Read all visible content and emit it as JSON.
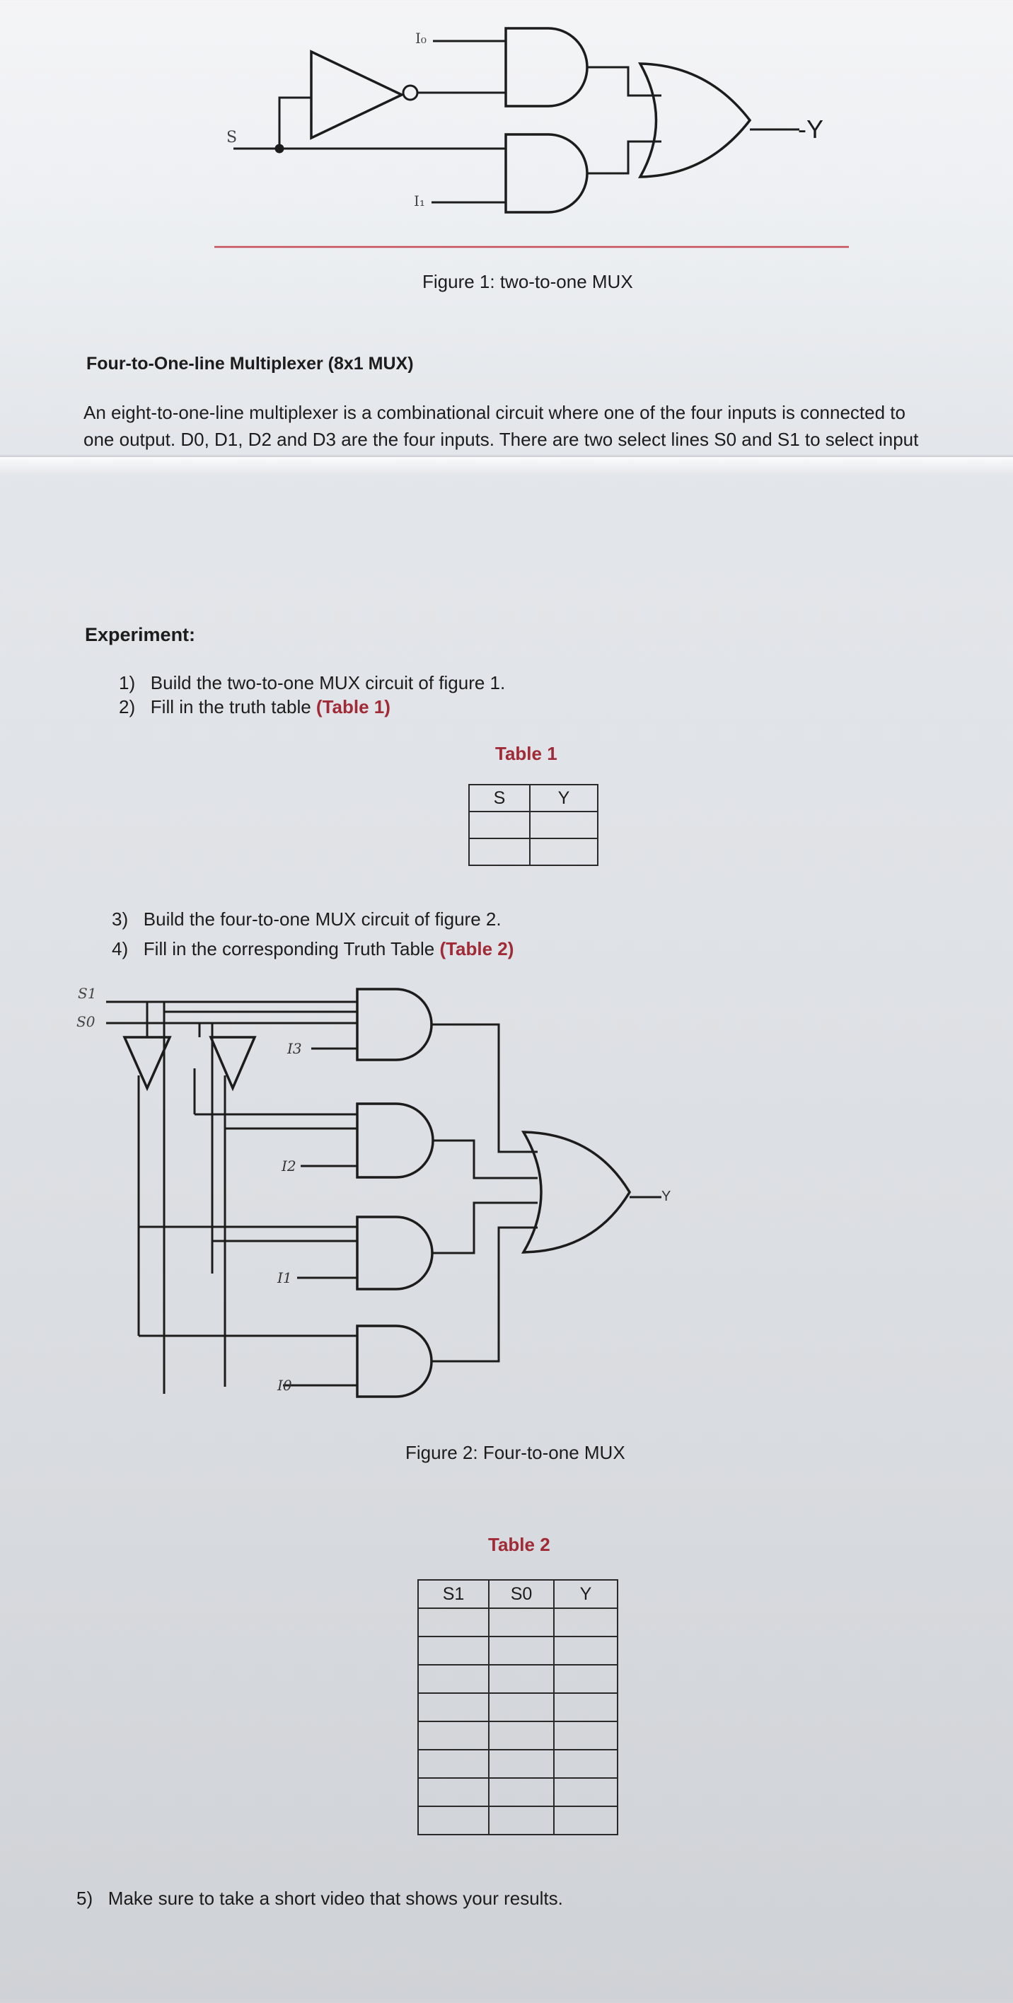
{
  "figure1": {
    "labels": {
      "s": "S",
      "i0": "I₀",
      "i1": "I₁",
      "y": "-Y"
    },
    "caption": "Figure 1: two-to-one MUX"
  },
  "section": {
    "heading": "Four-to-One-line Multiplexer (8x1 MUX)",
    "paragraph_line1": "An eight-to-one-line multiplexer is a combinational circuit where one of the four inputs is connected to",
    "paragraph_line2": "one output. D0, D1, D2 and D3 are the four inputs. There are two select lines S0 and S1 to select input"
  },
  "experiment": {
    "heading": "Experiment:",
    "steps": [
      {
        "num": "1)",
        "text": "Build the two-to-one MUX circuit of figure 1.",
        "ref": ""
      },
      {
        "num": "2)",
        "text": "Fill in the truth table ",
        "ref": "(Table 1)"
      },
      {
        "num": "3)",
        "text": "Build the four-to-one MUX circuit of figure 2.",
        "ref": ""
      },
      {
        "num": "4)",
        "text": "Fill in the corresponding Truth Table ",
        "ref": "(Table 2)"
      },
      {
        "num": "5)",
        "text": "Make sure to take a short video that shows your results.",
        "ref": ""
      }
    ]
  },
  "table1": {
    "caption": "Table 1",
    "headers": [
      "S",
      "Y"
    ],
    "empty_rows": 2
  },
  "figure2": {
    "labels": {
      "s1": "S1",
      "s0": "S0",
      "i3": "I3",
      "i2": "I2",
      "i1": "I1",
      "i0": "I0",
      "y": "Y"
    },
    "caption": "Figure 2: Four-to-one MUX"
  },
  "table2": {
    "caption": "Table 2",
    "headers": [
      "S1",
      "S0",
      "Y"
    ],
    "empty_rows": 8
  }
}
